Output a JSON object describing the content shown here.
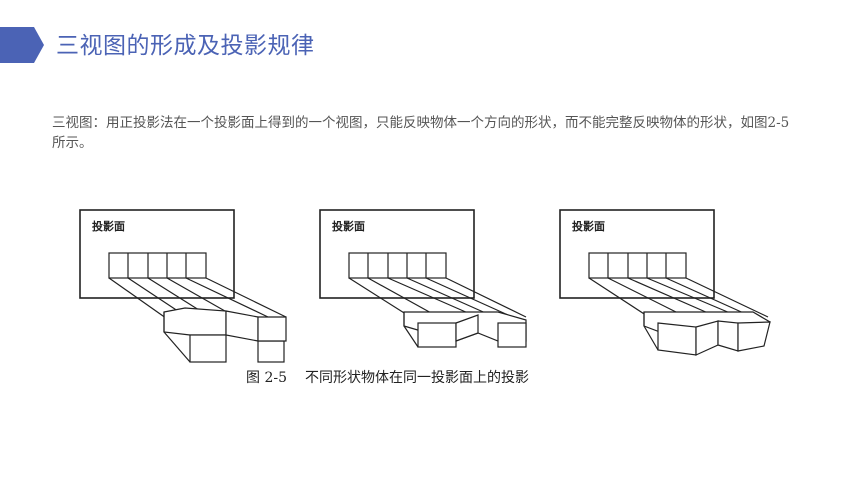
{
  "slide": {
    "title": "三视图的形成及投影规律",
    "body": "三视图：用正投影法在一个投影面上得到的一个视图，只能反映物体一个方向的形状，而不能完整反映物体的形状，如图2-5所示。"
  },
  "figure": {
    "panels": [
      {
        "label": "投影面",
        "shape": "steps"
      },
      {
        "label": "投影面",
        "shape": "notched"
      },
      {
        "label": "投影面",
        "shape": "angled"
      }
    ],
    "caption_number": "图 2-5",
    "caption_text": "不同形状物体在同一投影面上的投影"
  },
  "colors": {
    "accent": "#4b63b5",
    "text": "#555555",
    "line": "#222222"
  }
}
